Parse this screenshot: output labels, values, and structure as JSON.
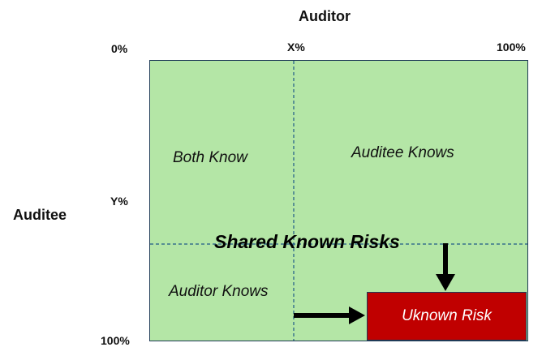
{
  "title_top": "Auditor",
  "title_left": "Auditee",
  "x_ticks": [
    "0%",
    "X%",
    "100%"
  ],
  "y_ticks": [
    "Y%",
    "100%"
  ],
  "quadrants": {
    "top_left": "Both Know",
    "top_right": "Auditee Knows",
    "bottom_left": "Auditor Knows",
    "red_box": "Uknown Risk"
  },
  "center_label": "Shared Known Risks",
  "colors": {
    "known": "#b4e6a6",
    "unknown": "#c00000",
    "dash": "#1f5a87"
  }
}
